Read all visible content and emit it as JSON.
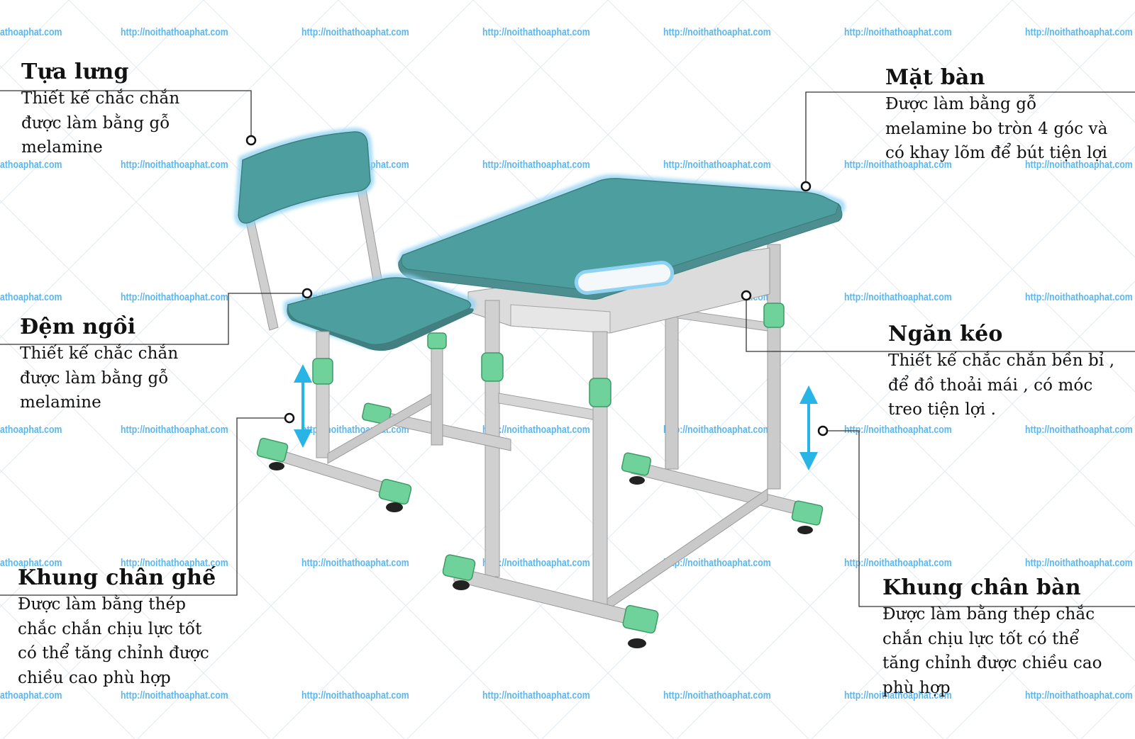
{
  "watermark": {
    "url": "http://noithathoaphat.com",
    "partial_url": "athoaphat.com"
  },
  "colors": {
    "watermark_text": "#5bb7ee",
    "pattern_lines": "#e3ebf0",
    "leader_line": "#333333",
    "panel_fill": "#4d9e9f",
    "panel_glow": "#8fd3f4",
    "frame_steel": "#cfcfcf",
    "plastic_green": "#6fd29a",
    "height_arrow": "#29b4e6"
  },
  "icons": {
    "height_arrow": "double-arrow-vertical-icon"
  },
  "callouts": {
    "backrest": {
      "title": "Tựa lưng",
      "body": "Thiết kế chắc chắn\nđược làm bằng gỗ\nmelamine"
    },
    "desktop": {
      "title": "Mặt bàn",
      "body": "Được làm bằng gỗ\nmelamine bo tròn 4 góc và\ncó khay lõm để bút tiện lợi"
    },
    "seat": {
      "title": "Đệm ngồi",
      "body": "Thiết kế chắc chắn\nđược làm bằng gỗ\nmelamine"
    },
    "drawer": {
      "title": "Ngăn kéo",
      "body": "Thiết kế chắc chắn bền bỉ ,\nđể đồ thoải mái , có móc\ntreo tiện lợi  ."
    },
    "chair_frame": {
      "title": "Khung chân ghế",
      "body": "Được làm bằng thép\nchắc chắn chịu lực tốt\ncó thể tăng chỉnh được\nchiều cao phù hợp"
    },
    "desk_frame": {
      "title": "Khung chân bàn",
      "body": "Được làm bằng thép chắc\nchắn chịu lực tốt có thể\ntăng chỉnh được chiều cao\nphù hợp"
    }
  }
}
